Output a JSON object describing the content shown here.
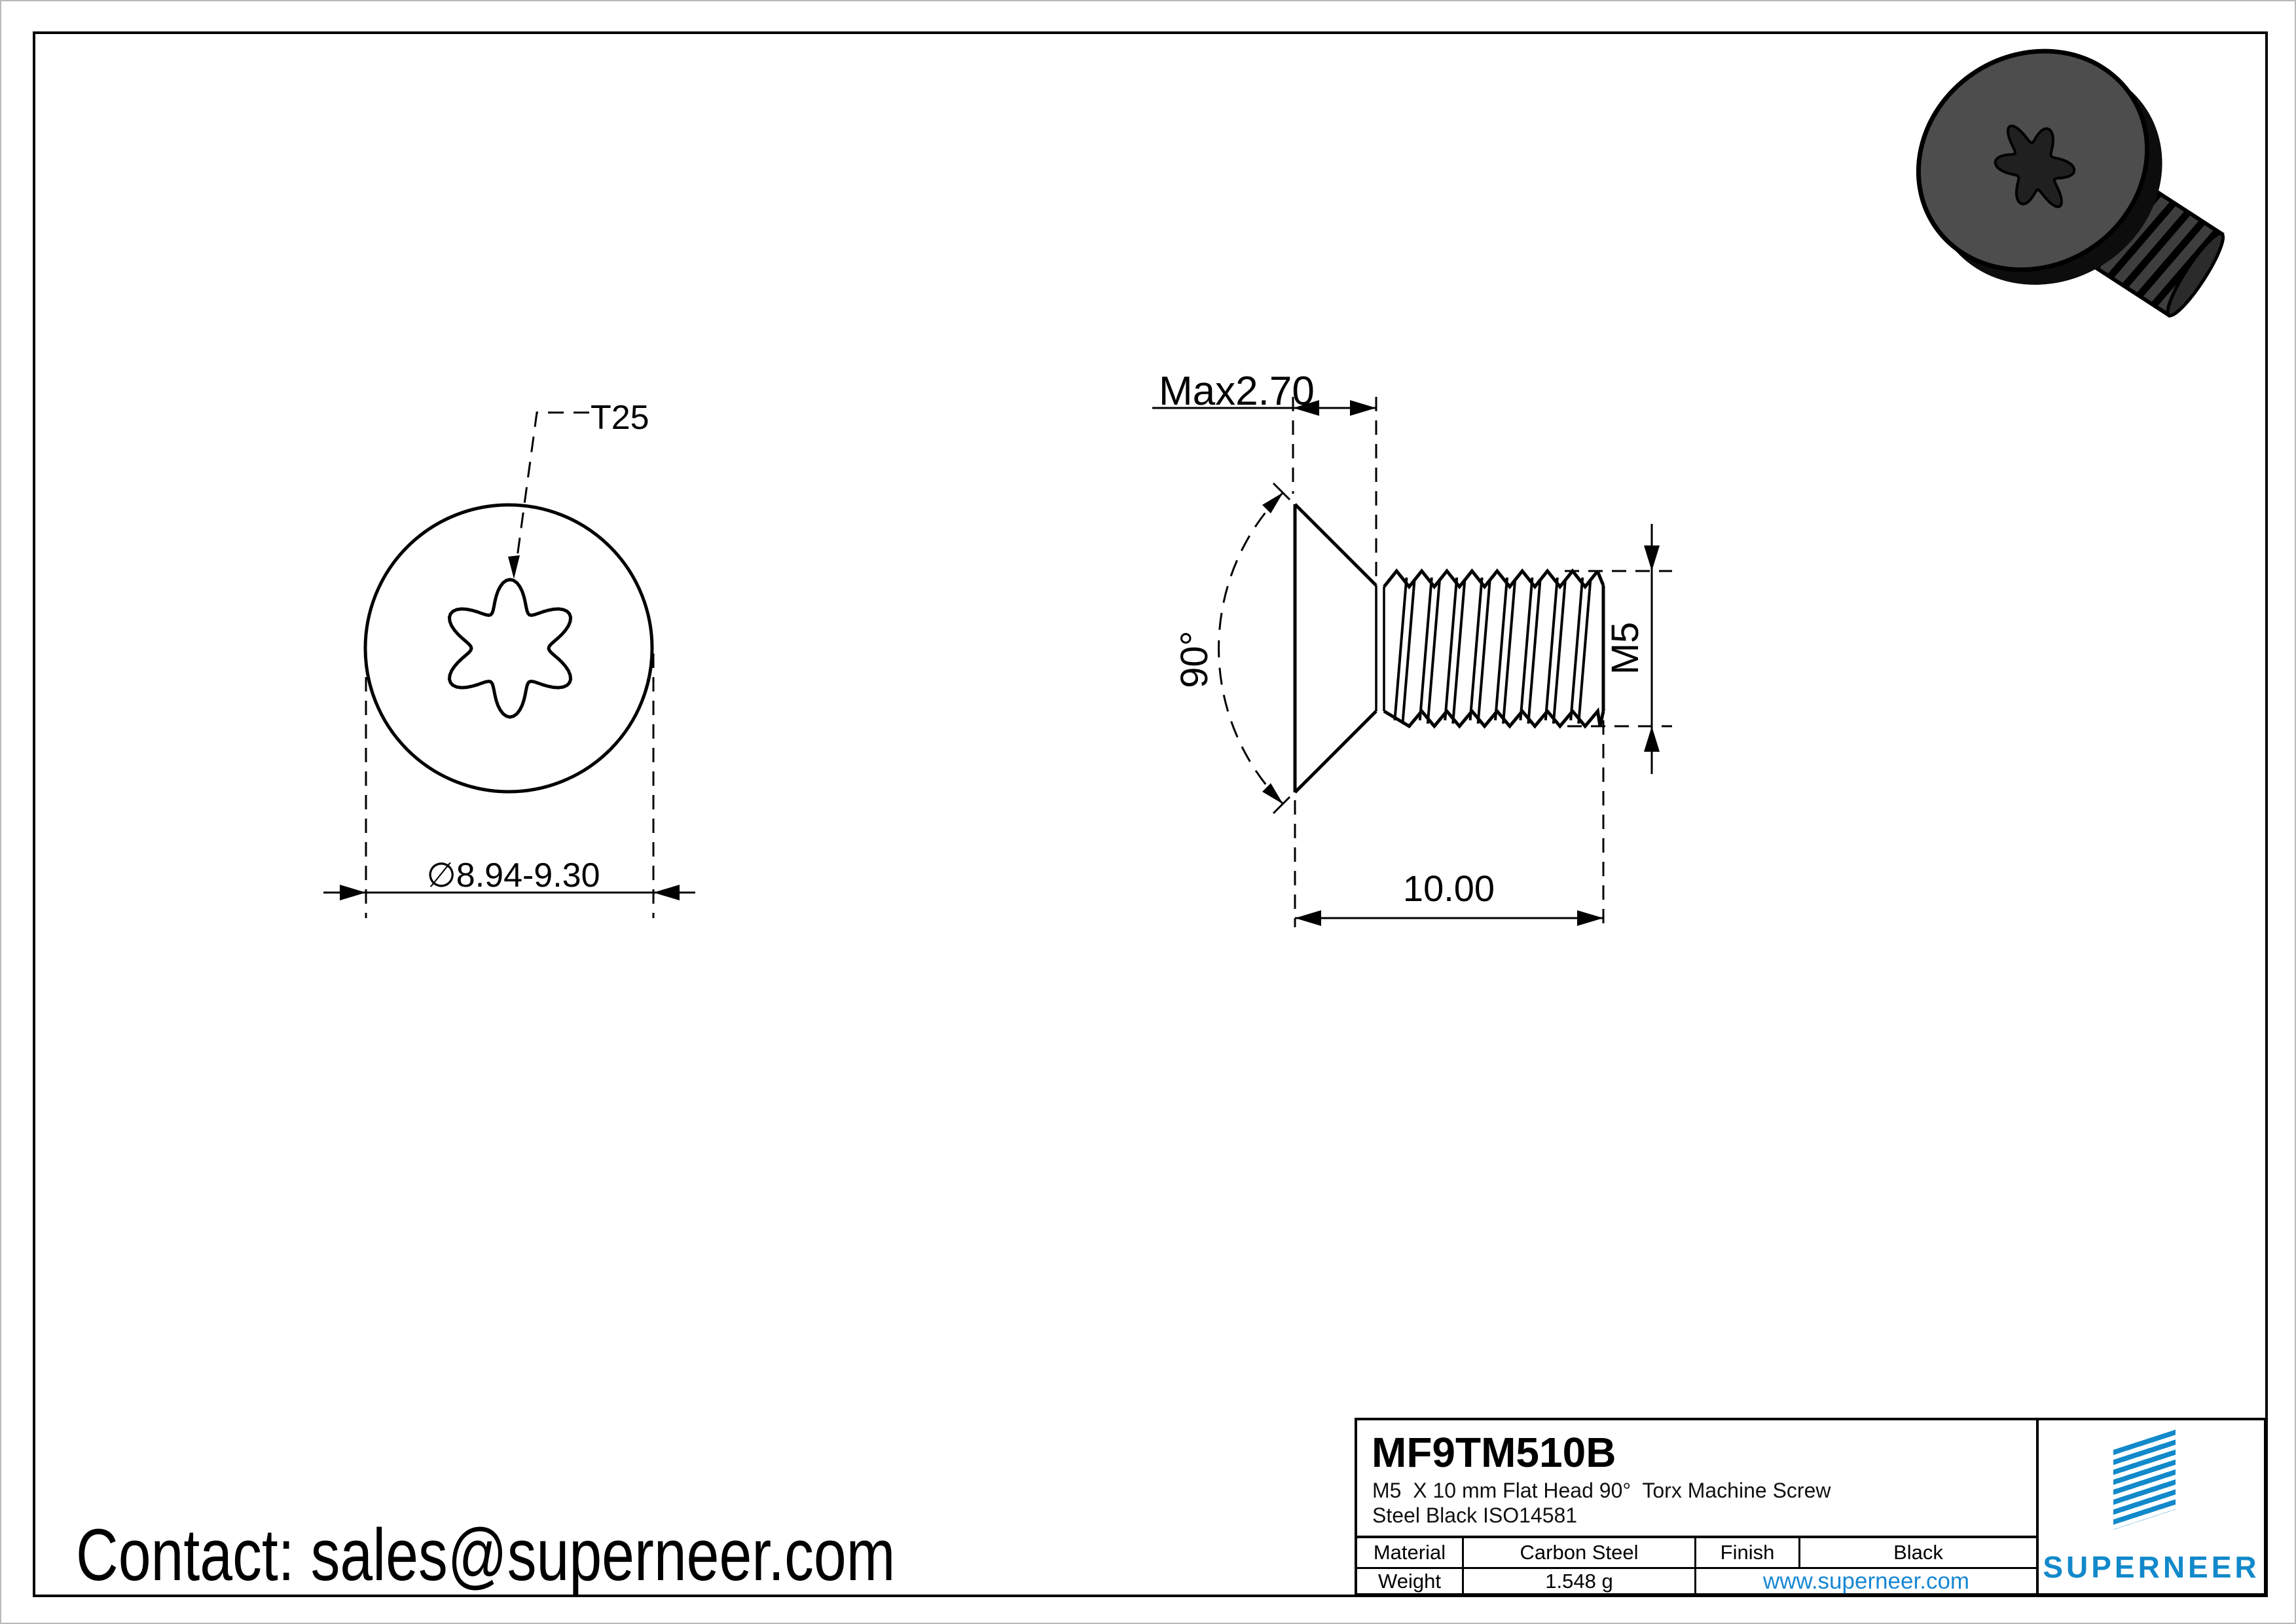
{
  "colors": {
    "brand_blue": "#1289CA",
    "link_blue": "#1787D4",
    "line_black": "#000000"
  },
  "contact": {
    "line": "Contact: sales@superneer.com"
  },
  "views": {
    "front": {
      "drive_label": "T25",
      "diameter_label": "∅8.94-9.30"
    },
    "side": {
      "head_height_label": "Max2.70",
      "angle_label": "90°",
      "thread_label": "M5",
      "length_label": "10.00"
    }
  },
  "title_block": {
    "part_number": "MF9TM510B",
    "description_line1": "M5  X 10 mm Flat Head 90°  Torx Machine Screw",
    "description_line2": "Steel Black ISO14581",
    "material_label": "Material",
    "material_value": "Carbon Steel",
    "finish_label": "Finish",
    "finish_value": "Black",
    "weight_label": "Weight",
    "weight_value": "1.548 g",
    "website": "www.superneer.com",
    "brand": "SUPERNEER"
  }
}
